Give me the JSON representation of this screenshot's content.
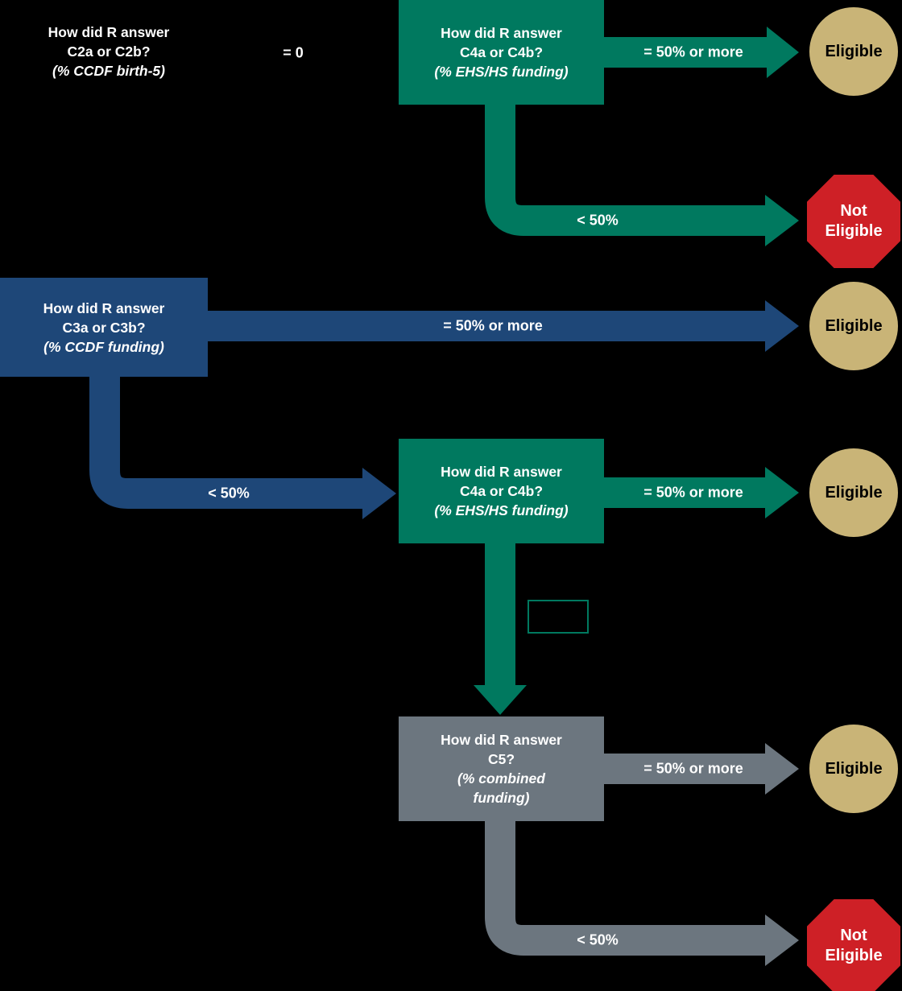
{
  "colors": {
    "background": "#000000",
    "teal": "#00795F",
    "blue": "#1E4778",
    "gray": "#6C767F",
    "tan": "#C9B477",
    "red": "#CE2026",
    "white": "#FFFFFF",
    "black": "#000000"
  },
  "nodes": {
    "c2": {
      "lines": [
        "How did R answer",
        "C2a or C2b?",
        "(% CCDF birth-5)"
      ]
    },
    "c4_top": {
      "lines": [
        "How did R answer",
        "C4a or C4b?",
        "(% EHS/HS funding)"
      ]
    },
    "c3": {
      "lines": [
        "How did R answer",
        "C3a or C3b?",
        "(% CCDF funding)"
      ]
    },
    "c4_mid": {
      "lines": [
        "How did R answer",
        "C4a or C4b?",
        "(% EHS/HS funding)"
      ]
    },
    "c5": {
      "lines": [
        "How did R answer",
        "C5?",
        "(% combined",
        "funding)"
      ]
    }
  },
  "edge_labels": {
    "eq_zero": "= 0",
    "fifty_or_more": "= 50% or more",
    "under_fifty": "< 50%"
  },
  "outcomes": {
    "eligible": "Eligible",
    "not_eligible": "Not Eligible"
  }
}
